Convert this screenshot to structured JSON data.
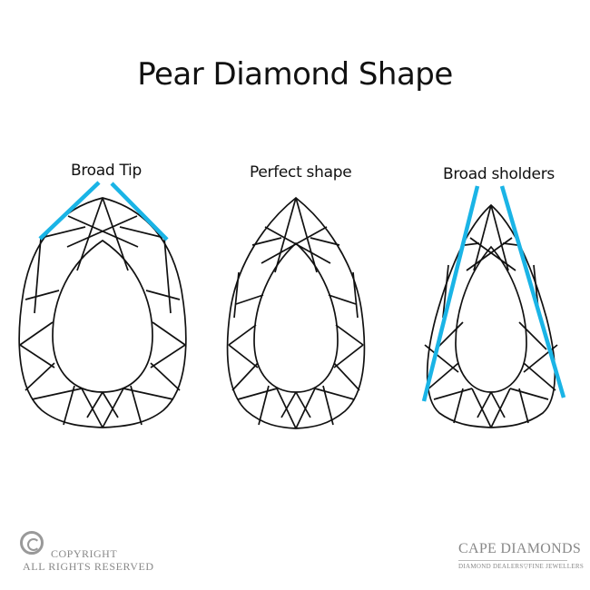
{
  "title": "Pear Diamond Shape",
  "diagrams": [
    {
      "label": "Broad Tip",
      "highlight": "broad tip lines"
    },
    {
      "label": "Perfect shape",
      "highlight": "none"
    },
    {
      "label": "Broad sholders",
      "highlight": "broad shoulder lines"
    }
  ],
  "colors": {
    "highlight": "#1ab4e6",
    "outline": "#111111",
    "footer_text": "#888888"
  },
  "footer": {
    "copyright_line1": "COPYRIGHT",
    "copyright_line2": "ALL RIGHTS RESERVED",
    "brand_name": "CAPE DIAMONDS",
    "brand_left": "DIAMOND DEALERS",
    "brand_right": "FINE JEWELLERS"
  }
}
